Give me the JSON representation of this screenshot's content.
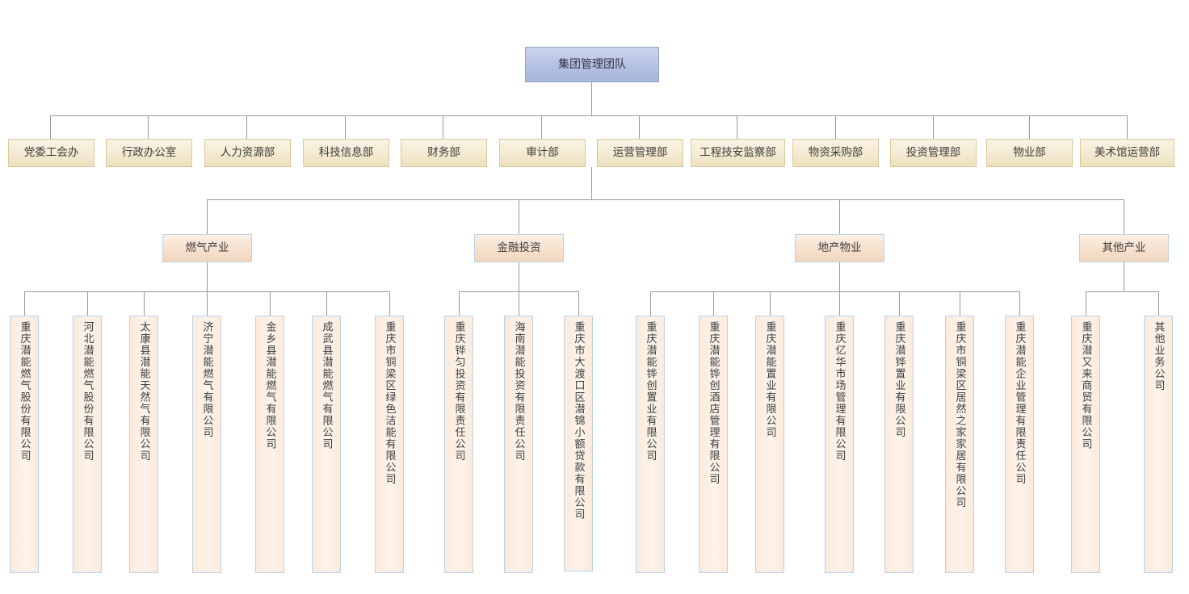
{
  "root": {
    "label": "集团管理团队"
  },
  "departments": [
    {
      "label": "党委工会办"
    },
    {
      "label": "行政办公室"
    },
    {
      "label": "人力资源部"
    },
    {
      "label": "科技信息部"
    },
    {
      "label": "财务部"
    },
    {
      "label": "审计部"
    },
    {
      "label": "运营管理部"
    },
    {
      "label": "工程技安监察部"
    },
    {
      "label": "物资采购部"
    },
    {
      "label": "投资管理部"
    },
    {
      "label": "物业部"
    },
    {
      "label": "美术馆运营部"
    }
  ],
  "divisions": [
    {
      "label": "燃气产业"
    },
    {
      "label": "金融投资"
    },
    {
      "label": "地产物业"
    },
    {
      "label": "其他产业"
    }
  ],
  "subsidiaries": [
    {
      "label": "重庆潜能燃气股份有限公司",
      "division": "燃气产业"
    },
    {
      "label": "河北潜能燃气股份有限公司",
      "division": "燃气产业"
    },
    {
      "label": "太康县潜能天然气有限公司",
      "division": "燃气产业"
    },
    {
      "label": "济宁潜能燃气有限公司",
      "division": "燃气产业"
    },
    {
      "label": "金乡县潜能燃气有限公司",
      "division": "燃气产业"
    },
    {
      "label": "成武县潜能燃气有限公司",
      "division": "燃气产业"
    },
    {
      "label": "重庆市铜梁区绿色洁能有限公司",
      "division": "燃气产业"
    },
    {
      "label": "重庆铧匀投资有限责任公司",
      "division": "金融投资"
    },
    {
      "label": "海南潜能投资有限责任公司",
      "division": "金融投资"
    },
    {
      "label": "重庆市大渡口区潜锦小额贷款有限公司",
      "division": "金融投资"
    },
    {
      "label": "重庆潜能铧创置业有限公司",
      "division": "地产物业"
    },
    {
      "label": "重庆潜能铧创酒店管理有限公司",
      "division": "地产物业"
    },
    {
      "label": "重庆潜能置业有限公司",
      "division": "地产物业"
    },
    {
      "label": "重庆亿华市场管理有限公司",
      "division": "地产物业"
    },
    {
      "label": "重庆潜铧置业有限公司",
      "division": "地产物业"
    },
    {
      "label": "重庆市铜梁区居然之家家居有限公司",
      "division": "地产物业"
    },
    {
      "label": "重庆潜能企业管理有限责任公司",
      "division": "地产物业"
    },
    {
      "label": "重庆潜又来商贸有限公司",
      "division": "其他产业"
    },
    {
      "label": "其他业务公司",
      "division": "其他产业"
    }
  ],
  "colors": {
    "root_fill": "#b6c2e2",
    "root_border": "#8ea2ce",
    "dept_fill": "#f5ecd6",
    "dept_border": "#d9c89a",
    "division_fill": "#f7e2cf",
    "division_border": "#bcd2e8",
    "subsidiary_fill": "#fbeadc",
    "subsidiary_border": "#bcd2e8",
    "connector": "#9a9a9a",
    "text": "#3c3c3c"
  }
}
